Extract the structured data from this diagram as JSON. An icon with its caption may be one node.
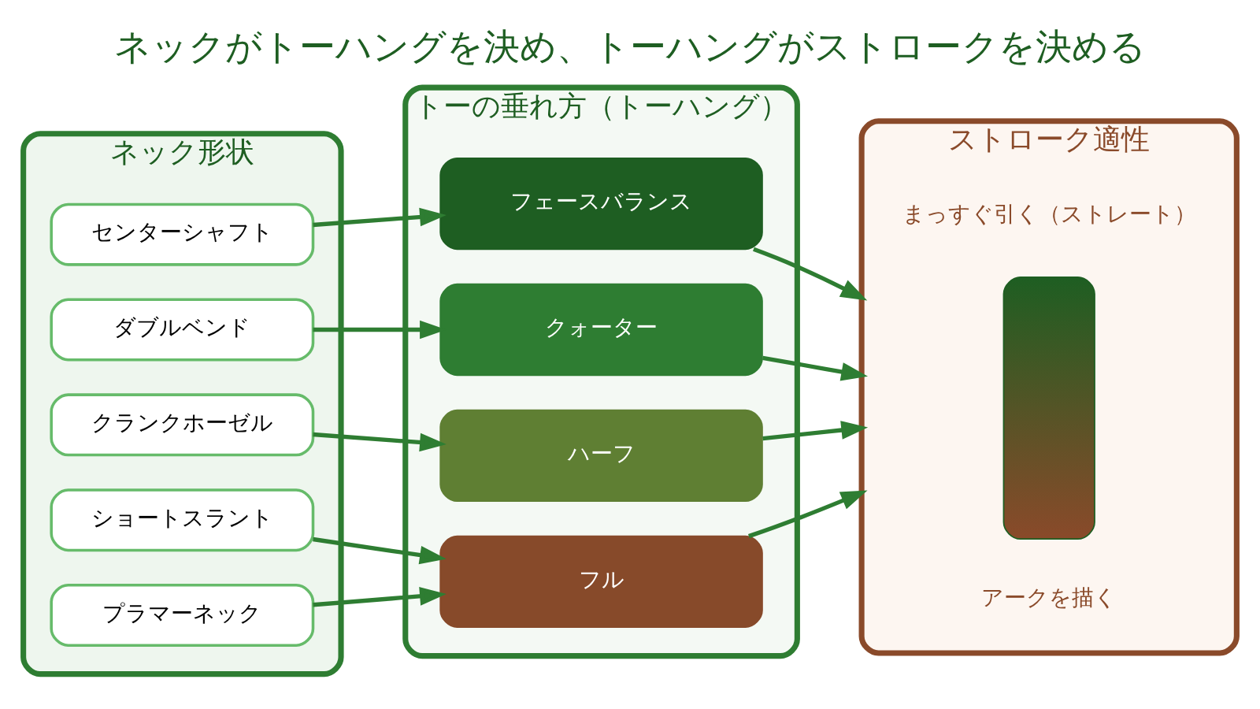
{
  "diagram": {
    "title": "ネックがトーハングを決め、トーハングがストロークを決める",
    "nodes": [
      {
        "text": [
          "ネック形状"
        ]
      },
      {
        "text": [
          "センターシャフト"
        ],
        "in": 0
      },
      {
        "text": [
          "ダブルベンド"
        ],
        "in": 0
      },
      {
        "text": [
          "クランクホーゼル"
        ],
        "in": 0
      },
      {
        "text": [
          "ショートスラント"
        ],
        "in": 0
      },
      {
        "text": [
          "プラマーネック"
        ],
        "in": 0
      },
      {
        "text": [
          "トーの垂れ方（トーハング）"
        ]
      },
      {
        "text": [
          "フェースバランス"
        ],
        "in": 6
      },
      {
        "text": [
          "クォーター"
        ],
        "in": 6
      },
      {
        "text": [
          "ハーフ"
        ],
        "in": 6
      },
      {
        "text": [
          "フル"
        ],
        "in": 6
      },
      {
        "text": [
          "ストローク適性"
        ]
      },
      {
        "text": [
          "まっすぐ引く（ストレート）"
        ],
        "in": 11
      },
      {
        "text": [],
        "shape": "bar",
        "in": 11
      },
      {
        "text": [
          "アークを描く"
        ],
        "in": 11
      }
    ],
    "edges": [
      {
        "from": 1,
        "to": 7,
        "arrow": "to"
      },
      {
        "from": 2,
        "to": 8,
        "arrow": "to"
      },
      {
        "from": 3,
        "to": 9,
        "arrow": "to"
      },
      {
        "from": 4,
        "to": 10,
        "arrow": "to"
      },
      {
        "from": 5,
        "to": 10,
        "arrow": "to"
      },
      {
        "from": 7,
        "to": 11,
        "arrow": "to"
      },
      {
        "from": 8,
        "to": 11,
        "arrow": "to"
      },
      {
        "from": 9,
        "to": 11,
        "arrow": "to"
      },
      {
        "from": 10,
        "to": 11,
        "arrow": "to"
      }
    ]
  }
}
